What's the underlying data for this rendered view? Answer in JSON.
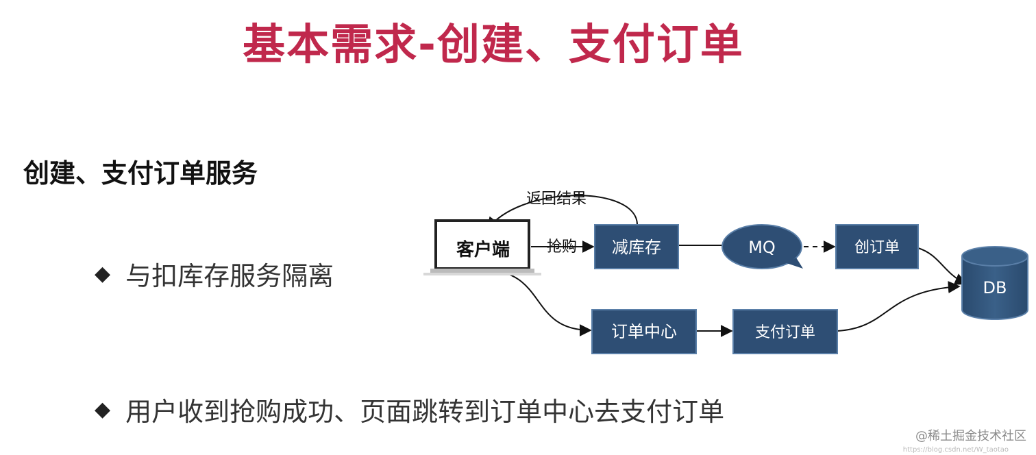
{
  "title": "基本需求-创建、支付订单",
  "subtitle": "创建、支付订单服务",
  "bullets": [
    "与扣库存服务隔离",
    "用户收到抢购成功、页面跳转到订单中心去支付订单"
  ],
  "diagram": {
    "nodes": {
      "client": "客户端",
      "reduce_stock": "减库存",
      "mq": "MQ",
      "create_order": "创订单",
      "order_center": "订单中心",
      "pay_order": "支付订单",
      "db": "DB"
    },
    "edge_labels": {
      "return_result": "返回结果",
      "flash_buy": "抢购"
    }
  },
  "colors": {
    "title": "#c0284c",
    "box_fill": "#2e4e74",
    "box_stroke": "#5a7fa8",
    "box_text": "#ffffff"
  },
  "watermark": "@稀土掘金技术社区",
  "watermark_url": "https://blog.csdn.net/W_taotao"
}
